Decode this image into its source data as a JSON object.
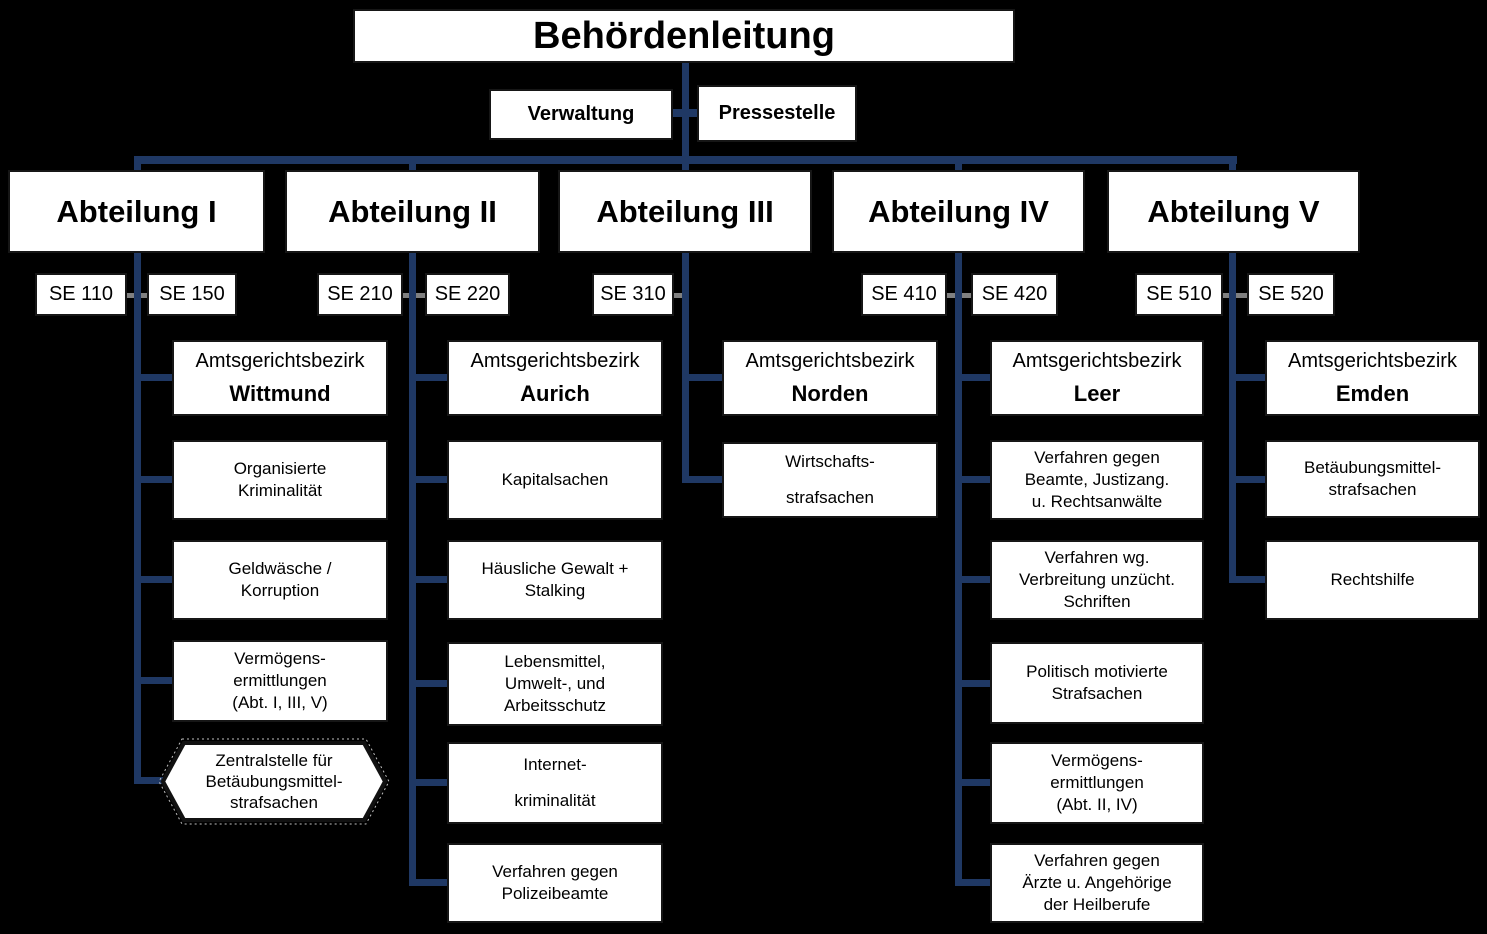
{
  "colors": {
    "background": "#000000",
    "connector": "#1f3864",
    "se_connector": "#808080",
    "box_bg": "#ffffff",
    "box_text": "#000000"
  },
  "root": {
    "title": "Behördenleitung"
  },
  "staff": {
    "left": "Verwaltung",
    "right": "Pressestelle"
  },
  "departments": [
    {
      "name": "Abteilung I",
      "se_left": "SE 110",
      "se_right": "SE 150",
      "district_prefix": "Amtsgerichtsbezirk",
      "district_city": "Wittmund",
      "units": [
        "Organisierte\nKriminalität",
        "Geldwäsche /\nKorruption",
        "Vermögens-\nermittlungen\n(Abt. I, III, V)"
      ],
      "special_unit": "Zentralstelle für\nBetäubungsmittel-\nstrafsachen"
    },
    {
      "name": "Abteilung II",
      "se_left": "SE 210",
      "se_right": "SE 220",
      "district_prefix": "Amtsgerichtsbezirk",
      "district_city": "Aurich",
      "units": [
        "Kapitalsachen",
        "Häusliche Gewalt +\nStalking",
        "Lebensmittel,\nUmwelt-, und\nArbeitsschutz",
        "Internet-\nkriminalität",
        "Verfahren gegen\nPolizeibeamte"
      ]
    },
    {
      "name": "Abteilung III",
      "se_left": "SE 310",
      "district_prefix": "Amtsgerichtsbezirk",
      "district_city": "Norden",
      "units": [
        "Wirtschafts-\nstrafsachen"
      ]
    },
    {
      "name": "Abteilung IV",
      "se_left": "SE 410",
      "se_right": "SE 420",
      "district_prefix": "Amtsgerichtsbezirk",
      "district_city": "Leer",
      "units": [
        "Verfahren gegen\nBeamte, Justizang.\nu. Rechtsanwälte",
        "Verfahren wg.\nVerbreitung unzücht.\nSchriften",
        "Politisch motivierte\nStrafsachen",
        "Vermögens-\nermittlungen\n(Abt. II, IV)",
        "Verfahren gegen\nÄrzte u. Angehörige\nder Heilberufe"
      ]
    },
    {
      "name": "Abteilung V",
      "se_left": "SE 510",
      "se_right": "SE 520",
      "district_prefix": "Amtsgerichtsbezirk",
      "district_city": "Emden",
      "units": [
        "Betäubungsmittel-\nstrafsachen",
        "Rechtshilfe"
      ]
    }
  ]
}
